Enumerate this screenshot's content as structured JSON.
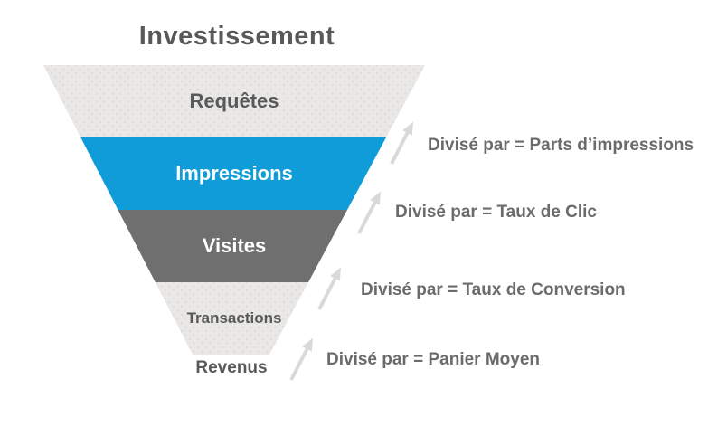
{
  "title": "Investissement",
  "funnel": {
    "levels": [
      {
        "label": "Requêtes"
      },
      {
        "label": "Impressions"
      },
      {
        "label": "Visites"
      },
      {
        "label": "Transactions"
      }
    ],
    "bottom_label": "Revenus"
  },
  "annotations": [
    {
      "label": "Divisé par = Parts d’impressions"
    },
    {
      "label": "Divisé par = Taux de Clic"
    },
    {
      "label": "Divisé par = Taux de Conversion"
    },
    {
      "label": "Divisé par = Panier Moyen"
    }
  ],
  "colors": {
    "blue": "#0f9cd8",
    "dark-gray": "#6f6f6f",
    "light-gray": "#e9e8e6",
    "dot": "#dcdad7",
    "title-text": "#595959",
    "label-on-color": "#ffffff",
    "annotation-text": "#6b6b6b",
    "arrow": "#d9d9d9",
    "background": "#ffffff"
  }
}
